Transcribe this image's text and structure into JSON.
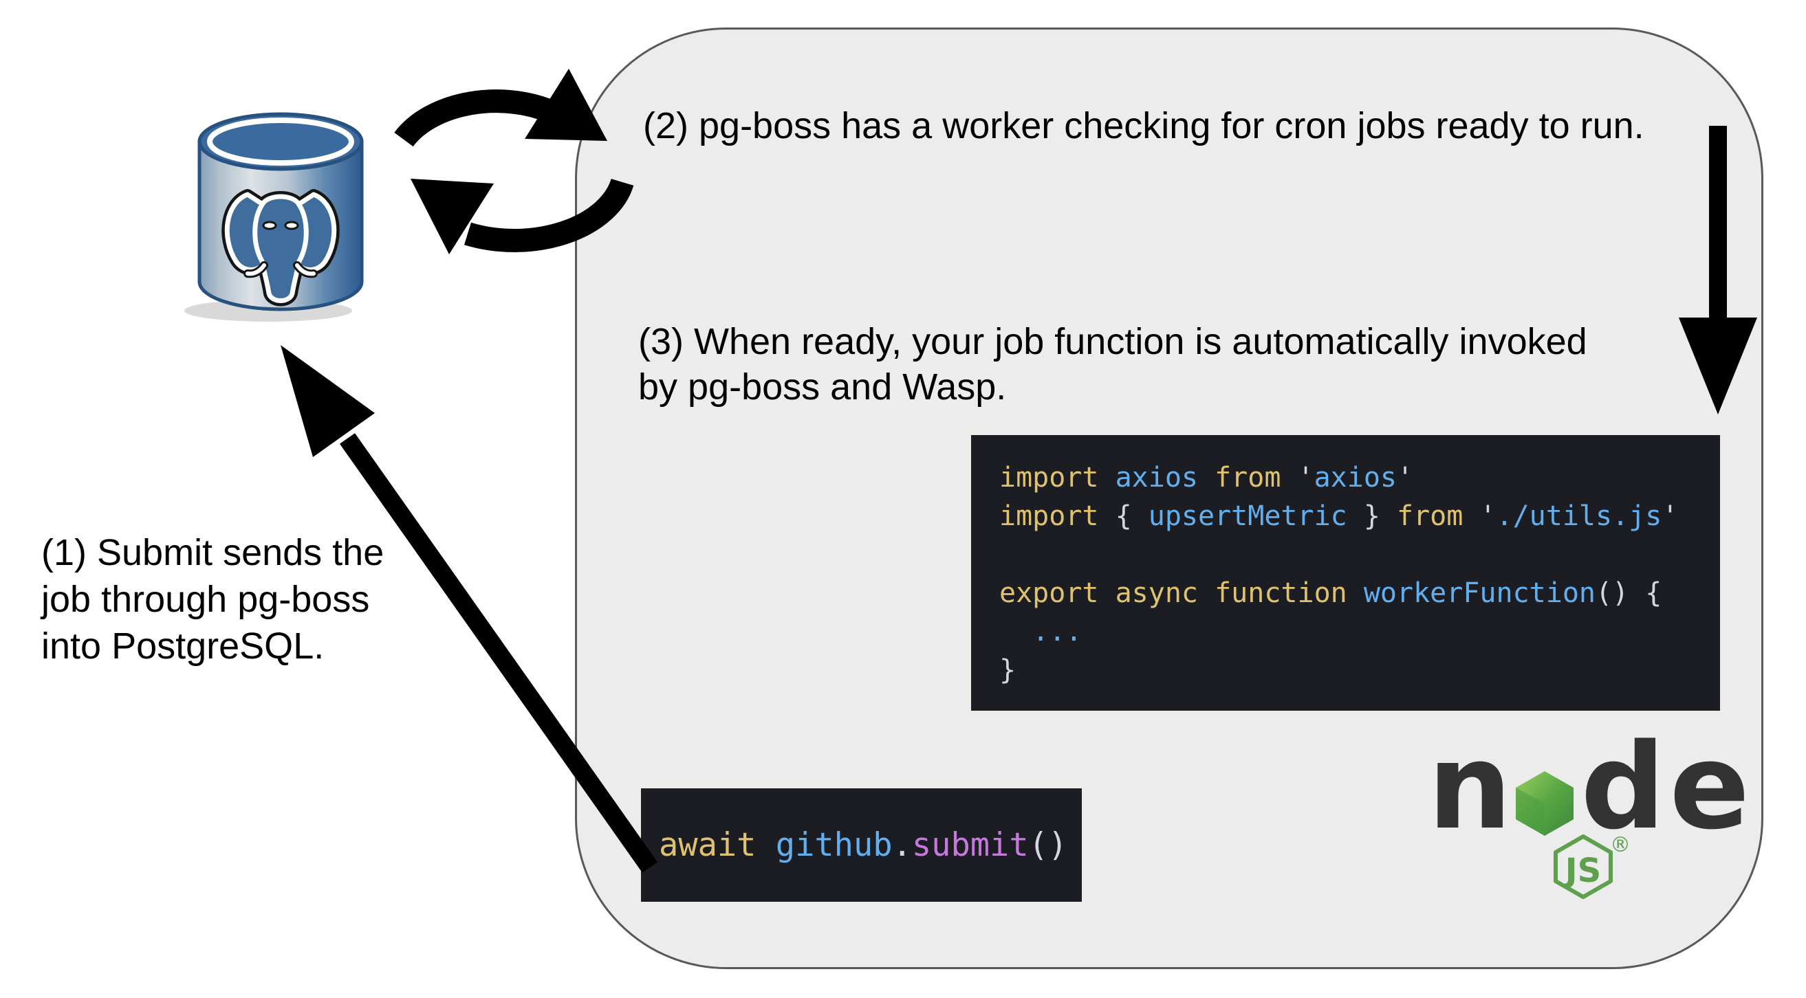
{
  "steps": {
    "step1": {
      "lines": [
        "(1) Submit sends the",
        "job through pg-boss",
        "into PostgreSQL."
      ]
    },
    "step2": {
      "lines": [
        "(2) pg-boss has a worker checking for cron jobs ready to run."
      ]
    },
    "step3": {
      "lines": [
        "(3) When ready, your job function is automatically invoked",
        "by pg-boss and Wasp."
      ]
    }
  },
  "code_blocks": {
    "worker_code": {
      "lines": [
        [
          {
            "t": "import ",
            "c": "kw"
          },
          {
            "t": "axios ",
            "c": "id"
          },
          {
            "t": "from ",
            "c": "kw"
          },
          {
            "t": "'",
            "c": "pun"
          },
          {
            "t": "axios",
            "c": "str"
          },
          {
            "t": "'",
            "c": "pun"
          }
        ],
        [
          {
            "t": "import ",
            "c": "kw"
          },
          {
            "t": "{ ",
            "c": "pun"
          },
          {
            "t": "upsertMetric",
            "c": "id"
          },
          {
            "t": " } ",
            "c": "pun"
          },
          {
            "t": "from ",
            "c": "kw"
          },
          {
            "t": "'",
            "c": "pun"
          },
          {
            "t": "./utils.js",
            "c": "str"
          },
          {
            "t": "'",
            "c": "pun"
          }
        ],
        [],
        [
          {
            "t": "export ",
            "c": "kw"
          },
          {
            "t": "async ",
            "c": "kw"
          },
          {
            "t": "function ",
            "c": "kw"
          },
          {
            "t": "workerFunction",
            "c": "id"
          },
          {
            "t": "() {",
            "c": "pun"
          }
        ],
        [
          {
            "t": "  ",
            "c": "pun"
          },
          {
            "t": "...",
            "c": "id"
          }
        ],
        [
          {
            "t": "}",
            "c": "pun"
          }
        ]
      ]
    },
    "submit_code": {
      "lines": [
        [
          {
            "t": "await ",
            "c": "kw"
          },
          {
            "t": "github",
            "c": "id"
          },
          {
            "t": ".",
            "c": "pun"
          },
          {
            "t": "submit",
            "c": "fn"
          },
          {
            "t": "()",
            "c": "pun"
          }
        ]
      ]
    }
  },
  "node_logo": {
    "word": [
      "n",
      "d",
      "e"
    ],
    "js_label": "JS",
    "registered_mark": "®"
  },
  "icons": {
    "postgres": "postgresql-database-icon",
    "sync": "sync-cycle-arrows-icon",
    "node_hexagon": "nodejs-hexagon-icon"
  },
  "colors": {
    "page_bg": "#ffffff",
    "panel_bg": "#ececec",
    "panel_border": "#58595b",
    "code_bg": "#1b1d22",
    "code_keyword": "#dfc26d",
    "code_identifier": "#61afef",
    "code_string": "#61afef",
    "code_punctuation": "#d4d8de",
    "code_method": "#c678dd",
    "arrow_black": "#000000",
    "node_dark": "#333333",
    "node_green": "#5fa04e",
    "postgres_blue": "#3a6a9e"
  }
}
